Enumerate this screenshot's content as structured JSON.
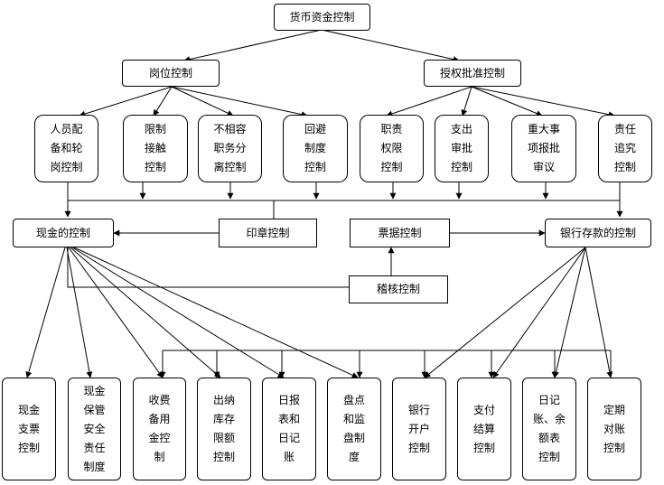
{
  "root": "货币资金控制",
  "level1": {
    "post": "岗位控制",
    "auth": "授权批准控制"
  },
  "level2": {
    "staffing": "人员配\n备和轮\n岗控制",
    "limit_access": "限制\n接触\n控制",
    "incompatible": "不相容\n职务分\n离控制",
    "avoidance": "回避\n制度\n控制",
    "duty_authority": "职责\n权限\n控制",
    "expense_approval": "支出\n审批\n控制",
    "major_items": "重大事\n项报批\n审议",
    "accountability": "责任\n追究\n控制"
  },
  "middle": {
    "cash": "现金的控制",
    "seal": "印章控制",
    "bill": "票据控制",
    "bank": "银行存款的控制",
    "audit": "稽核控制"
  },
  "bottom": {
    "cash_cheque": "现金\n支票\n控制",
    "cash_custody": "现金\n保管\n安全\n责任\n制度",
    "fee_reserve": "收费\n备用\n金控\n制",
    "cashier_limit": "出纳\n库存\n限额\n控制",
    "daily_report": "日报\n表和\n日记\n账",
    "inventory": "盘点\n和监\n盘制\n度",
    "bank_account": "银行\n开户\n控制",
    "payment": "支付\n结算\n控制",
    "journal_balance": "日记\n账、余\n额表\n控制",
    "reconcile": "定期\n对账\n控制"
  }
}
